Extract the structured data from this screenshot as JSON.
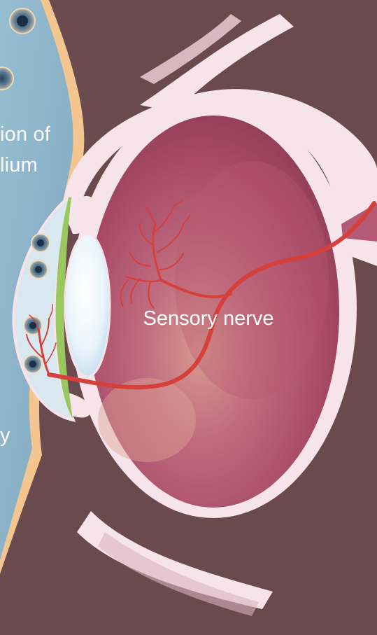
{
  "diagram": {
    "label_main": "Sensory nerve",
    "left_text_fragments": [
      "ion of",
      "lium",
      "y"
    ]
  },
  "colors": {
    "background": "#6b4a4e",
    "panel_blue": "#8cb3c9",
    "panel_border": "#f3c690",
    "sclera": "#f7e3ea",
    "eyeball": "#b45a76",
    "nerve": "#d6403a",
    "cornea_green": "#9bc761",
    "lens": "#eaf4fb"
  }
}
